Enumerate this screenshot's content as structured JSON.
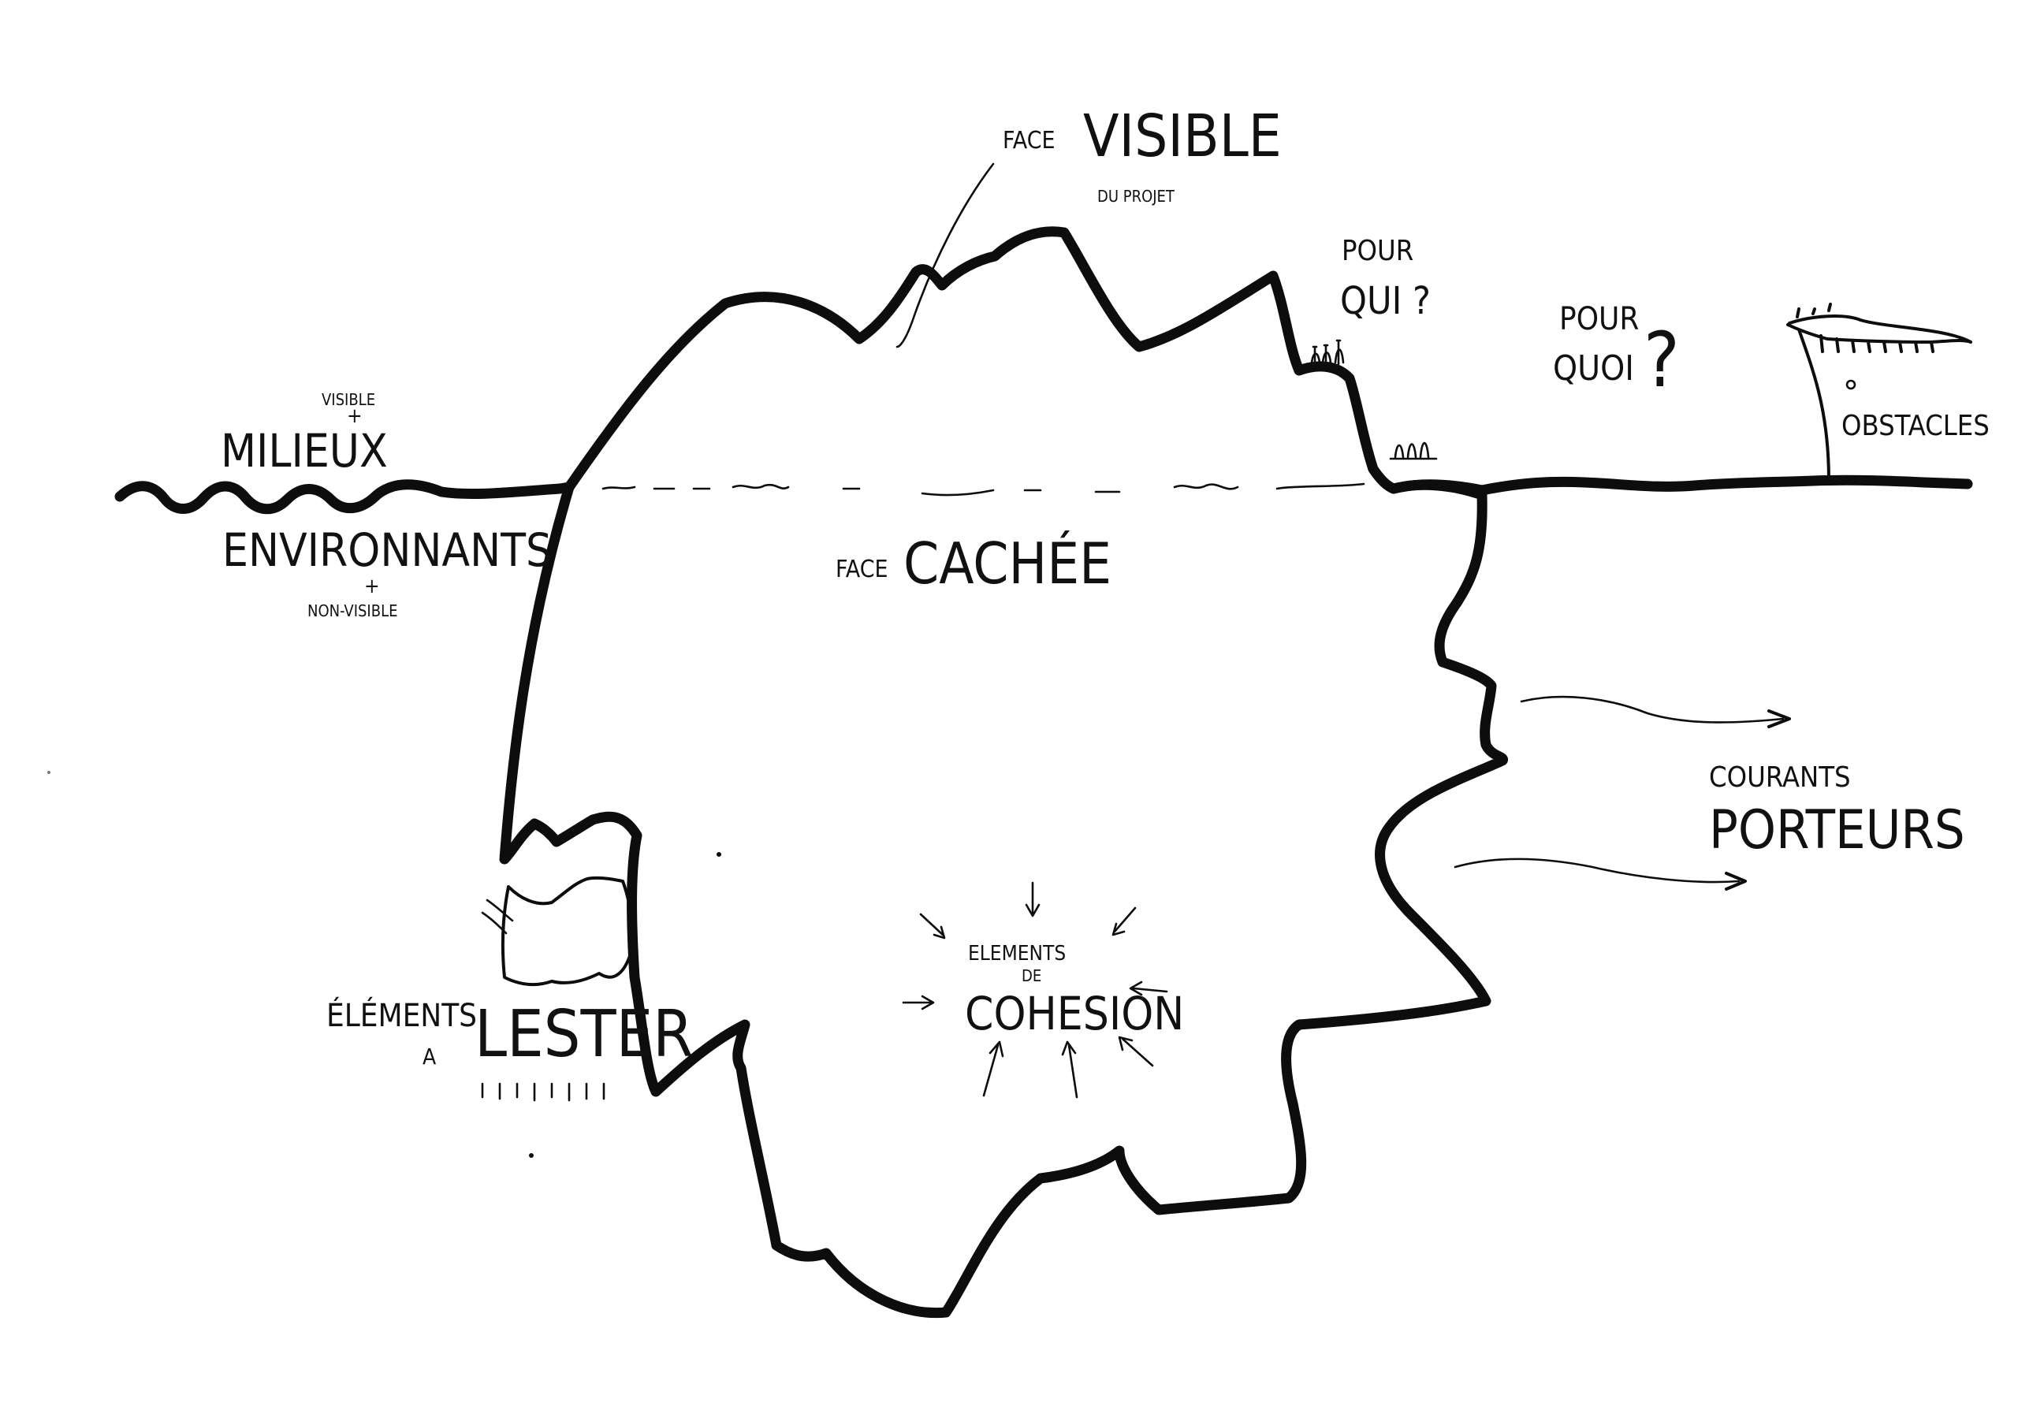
{
  "labels": {
    "face_label": "FACE",
    "visible_title": "VISIBLE",
    "du_projet": "DU PROJET",
    "pour_qui_1": "POUR",
    "pour_qui_2": "QUI ?",
    "pour_quoi_1": "POUR",
    "pour_quoi_2": "QUOI",
    "obstacles": "OBSTACLES",
    "visible_small": "VISIBLE",
    "visible_plus": "+",
    "milieux": "MILIEUX",
    "environnants": "ENVIRONNANTS",
    "non_plus": "+",
    "non_visible": "NON-VISIBLE",
    "face_cachee_label": "FACE",
    "cachee_title": "CACHÉE",
    "courants": "COURANTS",
    "porteurs": "PORTEURS",
    "elements_lester_1": "ÉLÉMENTS",
    "elements_lester_2": "A",
    "lester": "LESTER",
    "cohesion_1": "ELEMENTS",
    "cohesion_2": "DE",
    "cohesion_3": "COHESION"
  },
  "ink_color": "#0d0d0d",
  "background_color": "#ffffff"
}
